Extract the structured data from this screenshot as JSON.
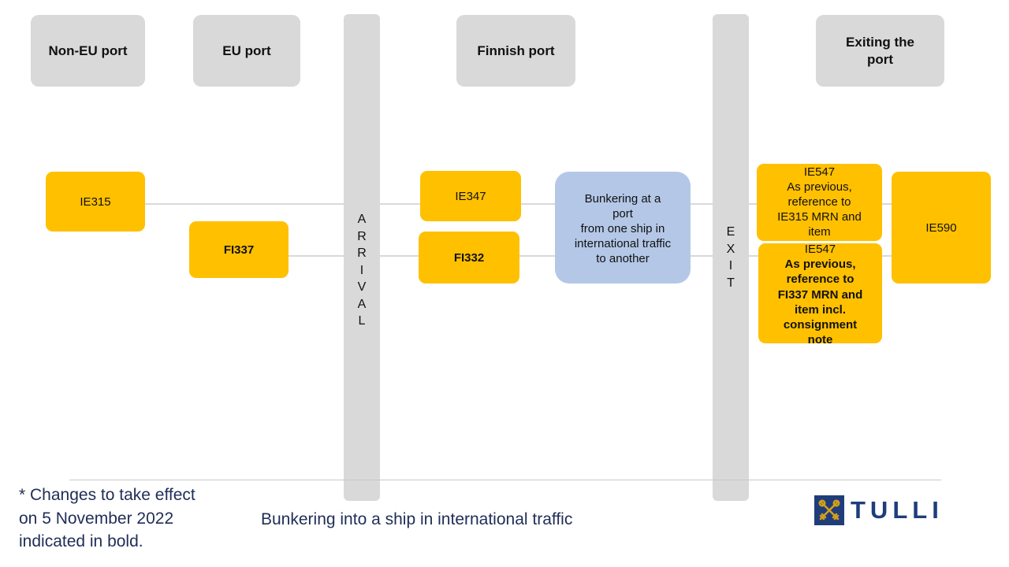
{
  "headers": {
    "non_eu_port": "Non-EU port",
    "eu_port": "EU port",
    "finnish_port": "Finnish port",
    "exiting_port": "Exiting the\nport"
  },
  "bars": {
    "arrival": [
      "A",
      "R",
      "R",
      "I",
      "V",
      "A",
      "L"
    ],
    "exit": [
      "E",
      "X",
      "I",
      "T"
    ]
  },
  "boxes": {
    "ie315": "IE315",
    "fi337": "FI337",
    "ie347": "IE347",
    "fi332": "FI332",
    "bunkering": "Bunkering at a\nport\nfrom one ship in\ninternational traffic\nto another",
    "ie547_a": "IE547\nAs previous,\nreference to\nIE315 MRN and\nitem",
    "ie547_b_title": "IE547",
    "ie547_b_body": "As previous,\nreference to\nFI337 MRN and\nitem incl.\nconsignment\nnote",
    "ie590": "IE590"
  },
  "footnote": "* Changes to take effect\non 5 November 2022\nindicated in bold.",
  "caption": "Bunkering into a ship in international traffic",
  "logo": {
    "text": "TULLI"
  },
  "colors": {
    "gold": "#ffc000",
    "blue": "#b4c7e7",
    "gray": "#d9d9d9",
    "navy": "#1f3d7a"
  }
}
